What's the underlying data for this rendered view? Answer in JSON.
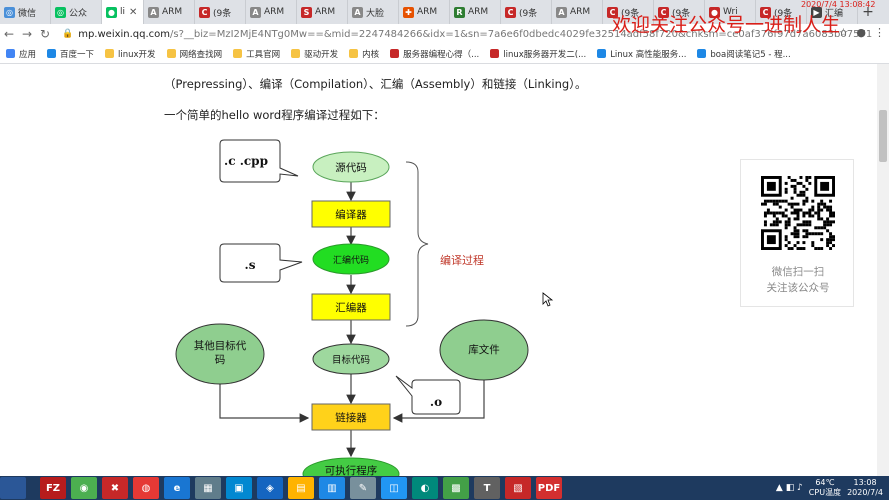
{
  "tabs": [
    {
      "label": "微信",
      "color": "#4a90d9",
      "glyph": "◎"
    },
    {
      "label": "公众",
      "color": "#07c160",
      "glyph": "◎"
    },
    {
      "label": "li",
      "color": "#07c160",
      "glyph": "●",
      "active": true
    },
    {
      "label": "ARM",
      "color": "#888888",
      "glyph": "A"
    },
    {
      "label": "(9条",
      "color": "#c62828",
      "glyph": "C"
    },
    {
      "label": "ARM",
      "color": "#888888",
      "glyph": "A"
    },
    {
      "label": "ARM",
      "color": "#c62828",
      "glyph": "S"
    },
    {
      "label": "大脸",
      "color": "#888888",
      "glyph": "A"
    },
    {
      "label": "ARM",
      "color": "#e65100",
      "glyph": "✚"
    },
    {
      "label": "ARM",
      "color": "#2e7d32",
      "glyph": "R"
    },
    {
      "label": "(9条",
      "color": "#c62828",
      "glyph": "C"
    },
    {
      "label": "ARM",
      "color": "#888888",
      "glyph": "A"
    },
    {
      "label": "(9条",
      "color": "#c62828",
      "glyph": "C"
    },
    {
      "label": "(9条",
      "color": "#c62828",
      "glyph": "C"
    },
    {
      "label": "Wri",
      "color": "#c62828",
      "glyph": "●"
    },
    {
      "label": "(9条",
      "color": "#c62828",
      "glyph": "C"
    },
    {
      "label": "汇编",
      "color": "#444444",
      "glyph": "▶"
    }
  ],
  "url": {
    "host": "mp.weixin.qq.com",
    "path": "/s?__biz=MzI2MjE4NTg0Mw==&mid=2247484266&idx=1&sn=7a6e6f0dbedc4029fe32514adf58f720&chksm=ce0af376f97d7a6083b07571"
  },
  "bookmarks": [
    {
      "label": "应用",
      "kind": "apps"
    },
    {
      "label": "百度一下",
      "kind": "page"
    },
    {
      "label": "linux开发",
      "kind": "folder"
    },
    {
      "label": "网络查找网",
      "kind": "folder"
    },
    {
      "label": "工具官网",
      "kind": "folder"
    },
    {
      "label": "驱动开发",
      "kind": "folder"
    },
    {
      "label": "内核",
      "kind": "folder"
    },
    {
      "label": "服务器编程心得（...",
      "kind": "csdn"
    },
    {
      "label": "linux服务器开发二(...",
      "kind": "csdn"
    },
    {
      "label": "Linux 高性能服务...",
      "kind": "page"
    },
    {
      "label": "boa阅读笔记5 - 程...",
      "kind": "page"
    }
  ],
  "watermark": "欢迎关注公众号一进制人生",
  "timestamp": "2020/7/4  13:08:42",
  "article": {
    "line1": "（Prepressing）、编译（Compilation）、汇编（Assembly）和链接（Linking）。",
    "line2": "一个简单的hello word程序编译过程如下："
  },
  "diagram": {
    "source": "源代码",
    "compiler": "编译器",
    "asm_code": "汇编代码",
    "assembler": "汇编器",
    "object": "目标代码",
    "linker": "链接器",
    "exe": "可执行程序",
    "other_obj": "其他目标代码",
    "lib": "库文件",
    "brace_label": "编译过程",
    "ext_c": ".c .cpp",
    "ext_s": ".s",
    "ext_o": ".o"
  },
  "qr": {
    "line1": "微信扫一扫",
    "line2": "关注该公众号"
  },
  "taskbar": [
    {
      "label": "",
      "color": "#2b5797"
    },
    {
      "label": "FZ",
      "color": "#b71c1c"
    },
    {
      "label": "◉",
      "color": "#4caf50"
    },
    {
      "label": "✖",
      "color": "#c62828"
    },
    {
      "label": "◍",
      "color": "#e53935"
    },
    {
      "label": "e",
      "color": "#1976d2"
    },
    {
      "label": "▦",
      "color": "#607d8b"
    },
    {
      "label": "▣",
      "color": "#0288d1"
    },
    {
      "label": "◈",
      "color": "#1565c0"
    },
    {
      "label": "▤",
      "color": "#ffb300"
    },
    {
      "label": "▥",
      "color": "#1e88e5"
    },
    {
      "label": "✎",
      "color": "#78909c"
    },
    {
      "label": "◫",
      "color": "#2196f3"
    },
    {
      "label": "◐",
      "color": "#00897b"
    },
    {
      "label": "▩",
      "color": "#43a047"
    },
    {
      "label": "T",
      "color": "#616161"
    },
    {
      "label": "▧",
      "color": "#c62828"
    },
    {
      "label": "PDF",
      "color": "#d32f2f"
    }
  ],
  "tray": {
    "temp": "64℃",
    "temp_label": "CPU温度",
    "time": "13:08",
    "date": "2020/7/4"
  }
}
